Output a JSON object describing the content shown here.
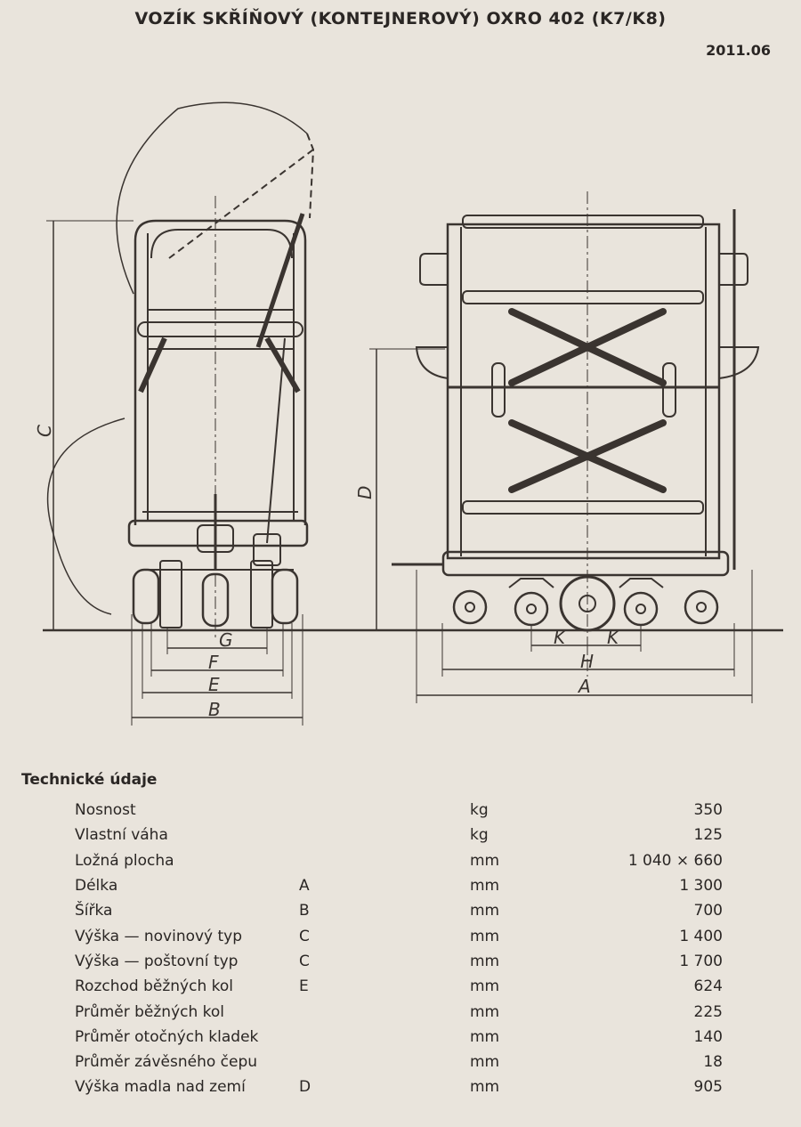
{
  "header": {
    "title": "VOZÍK SKŘÍŇOVÝ (KONTEJNEROVÝ) OXRO 402 (K7/K8)",
    "code": "2011.06"
  },
  "drawing": {
    "labels": {
      "A": "A",
      "B": "B",
      "C": "C",
      "D": "D",
      "E": "E",
      "F": "F",
      "G": "G",
      "H": "H",
      "K": "K"
    }
  },
  "specs": {
    "title": "Technické údaje",
    "rows": [
      {
        "name": "Nosnost",
        "symbol": "",
        "unit": "kg",
        "value": "350"
      },
      {
        "name": "Vlastní váha",
        "symbol": "",
        "unit": "kg",
        "value": "125"
      },
      {
        "name": "Ložná plocha",
        "symbol": "",
        "unit": "mm",
        "value": "1 040 × 660"
      },
      {
        "name": "Délka",
        "symbol": "A",
        "unit": "mm",
        "value": "1 300"
      },
      {
        "name": "Šířka",
        "symbol": "B",
        "unit": "mm",
        "value": "700"
      },
      {
        "name": "Výška — novinový typ",
        "symbol": "C",
        "unit": "mm",
        "value": "1 400"
      },
      {
        "name": "Výška — poštovní typ",
        "symbol": "C",
        "unit": "mm",
        "value": "1 700"
      },
      {
        "name": "Rozchod běžných kol",
        "symbol": "E",
        "unit": "mm",
        "value": "624"
      },
      {
        "name": "Průměr běžných kol",
        "symbol": "",
        "unit": "mm",
        "value": "225"
      },
      {
        "name": "Průměr otočných kladek",
        "symbol": "",
        "unit": "mm",
        "value": "140"
      },
      {
        "name": "Průměr závěsného čepu",
        "symbol": "",
        "unit": "mm",
        "value": "18"
      },
      {
        "name": "Výška madla nad zemí",
        "symbol": "D",
        "unit": "mm",
        "value": "905"
      }
    ]
  }
}
